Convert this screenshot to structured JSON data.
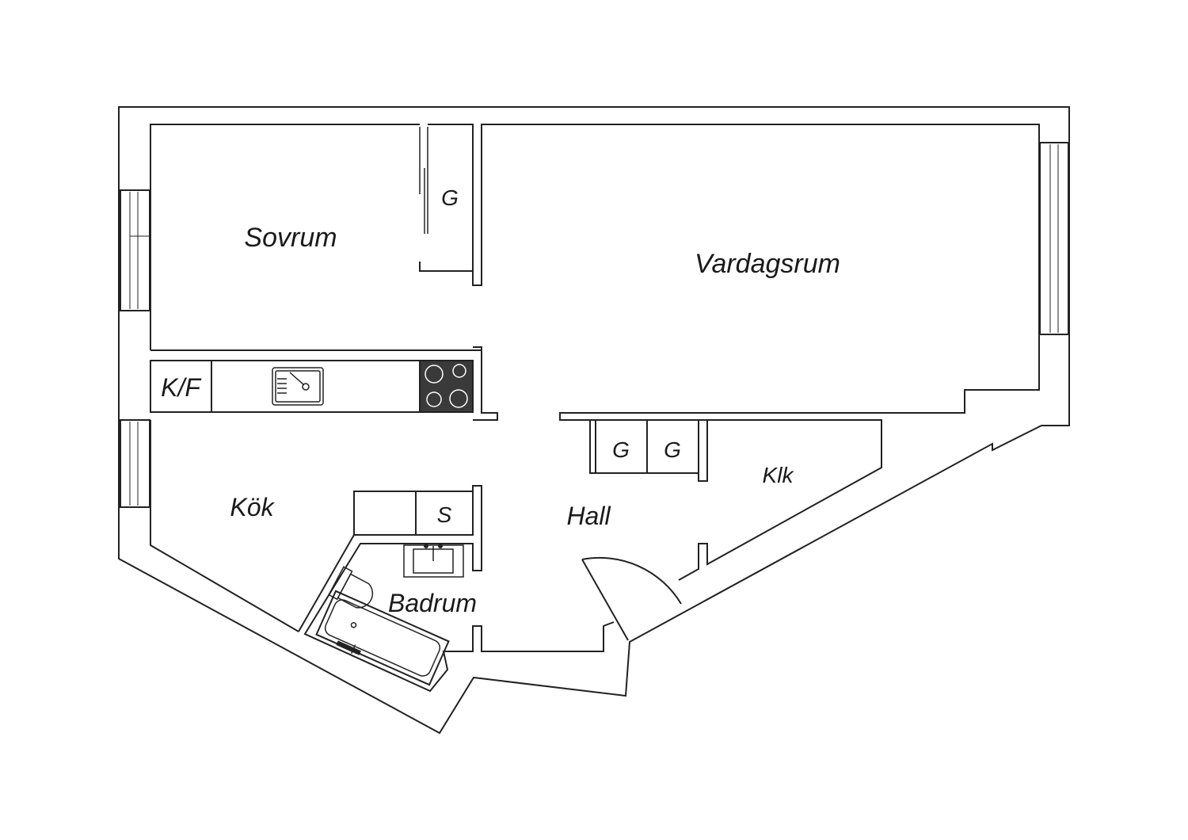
{
  "rooms": {
    "sovrum": "Sovrum",
    "vardagsrum": "Vardagsrum",
    "kok": "Kök",
    "hall": "Hall",
    "badrum": "Badrum",
    "klk": "Klk"
  },
  "fixtures": {
    "garderob_bedroom": "G",
    "garderob_hall_1": "G",
    "garderob_hall_2": "G",
    "kyl_frys": "K/F",
    "stad": "S"
  },
  "colors": {
    "line": "#222222",
    "stove": "#3a3a3a",
    "background": "#ffffff"
  }
}
